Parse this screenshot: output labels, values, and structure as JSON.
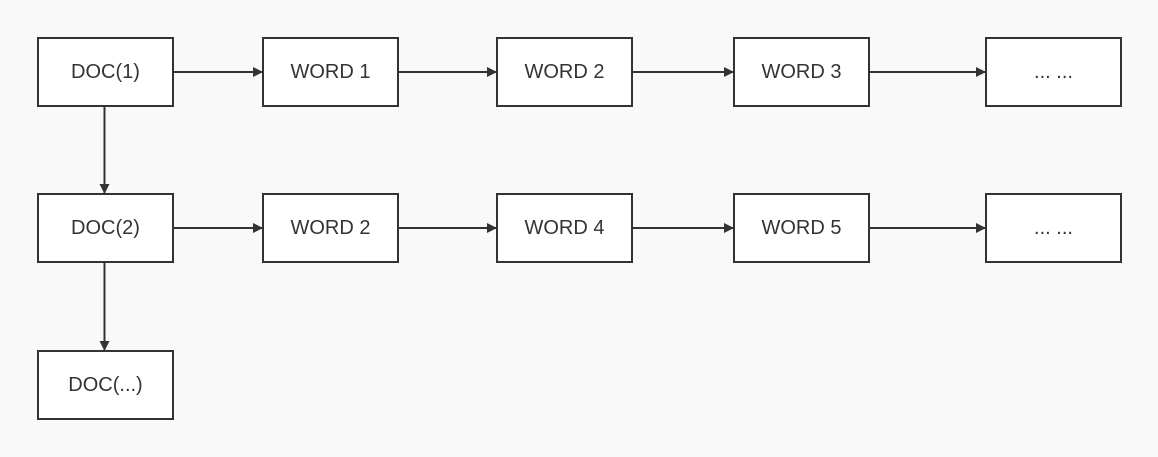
{
  "nodes": {
    "doc1": "DOC(1)",
    "doc2": "DOC(2)",
    "doc3": "DOC(...)",
    "row1_word1": "WORD 1",
    "row1_word2": "WORD 2",
    "row1_word3": "WORD 3",
    "row1_more": "... ...",
    "row2_word1": "WORD 2",
    "row2_word2": "WORD 4",
    "row2_word3": "WORD 5",
    "row2_more": "... ..."
  },
  "edges": [
    {
      "from": "doc1",
      "to": "row1_word1"
    },
    {
      "from": "row1_word1",
      "to": "row1_word2"
    },
    {
      "from": "row1_word2",
      "to": "row1_word3"
    },
    {
      "from": "row1_word3",
      "to": "row1_more"
    },
    {
      "from": "doc1",
      "to": "doc2"
    },
    {
      "from": "doc2",
      "to": "row2_word1"
    },
    {
      "from": "row2_word1",
      "to": "row2_word2"
    },
    {
      "from": "row2_word2",
      "to": "row2_word3"
    },
    {
      "from": "row2_word3",
      "to": "row2_more"
    },
    {
      "from": "doc2",
      "to": "doc3"
    }
  ],
  "colors": {
    "stroke": "#333333",
    "node_fill": "#ffffff",
    "background": "#f9f9f9"
  }
}
